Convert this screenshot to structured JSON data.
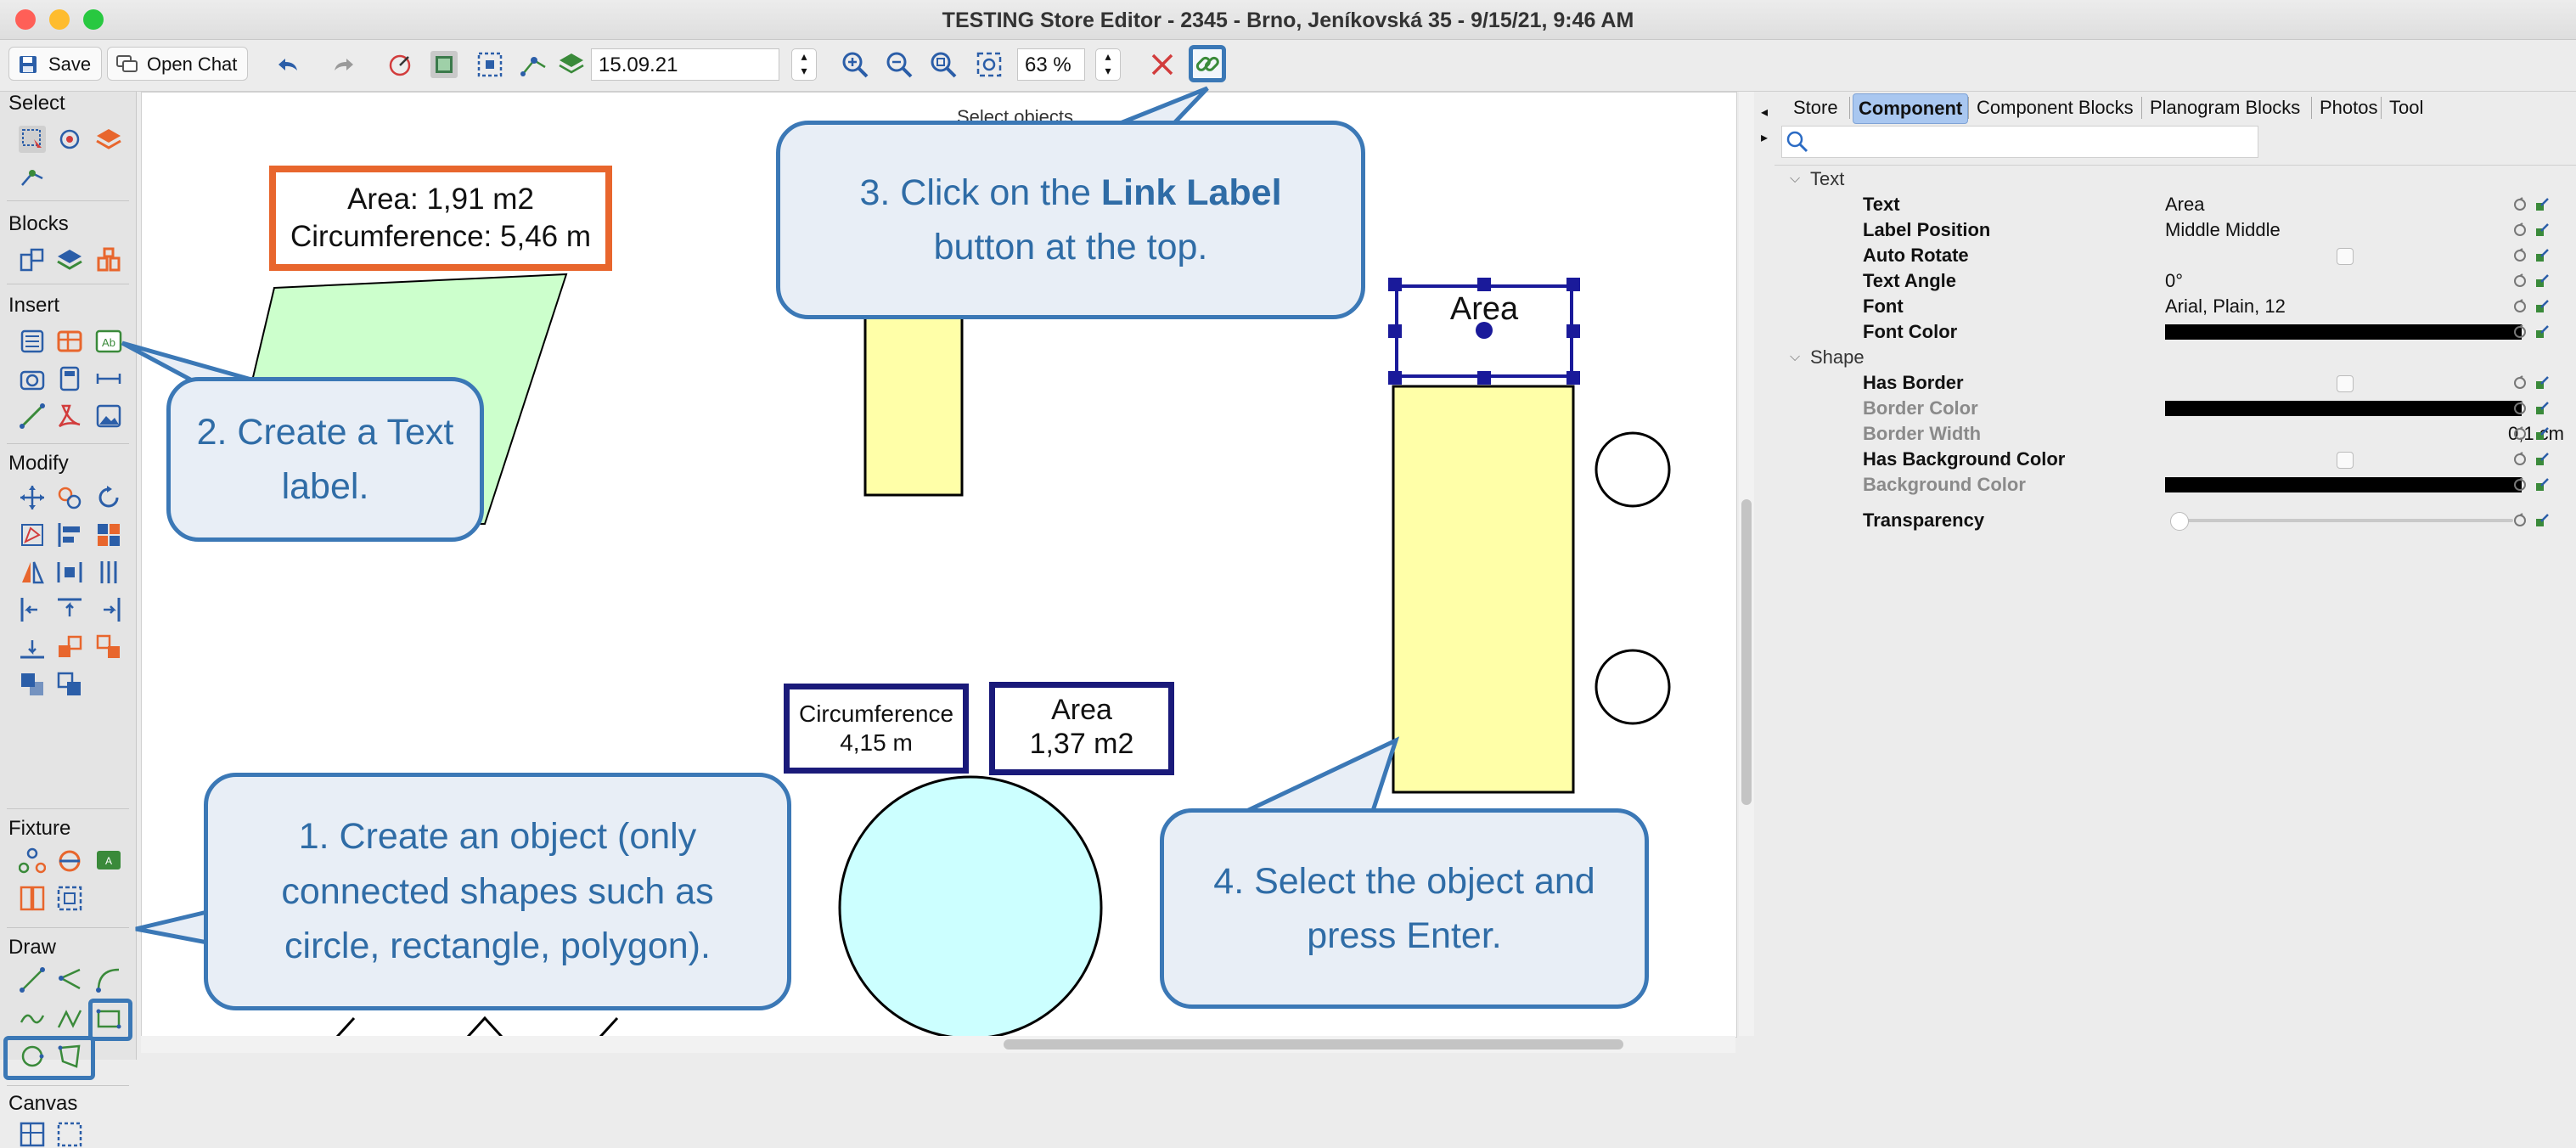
{
  "window": {
    "title": "TESTING Store Editor - 2345 - Brno, Jeníkovská 35 - 9/15/21, 9:46 AM"
  },
  "toolbar": {
    "save_label": "Save",
    "open_chat_label": "Open Chat",
    "date_value": "15.09.21",
    "zoom_value": "63 %"
  },
  "palette": {
    "select": "Select",
    "blocks": "Blocks",
    "insert": "Insert",
    "modify": "Modify",
    "fixture": "Fixture",
    "draw": "Draw",
    "canvas": "Canvas"
  },
  "canvas": {
    "top_hint": "Select objects",
    "label_area1": "Area: 1,91 m2",
    "label_circ1": "Circumference: 5,46 m",
    "label_circ2_a": "Circumference",
    "label_circ2_b": "4,15 m",
    "label_area2_a": "Area",
    "label_area2_b": "1,37 m2",
    "label_area3": "Area"
  },
  "callouts": {
    "c1": "1. Create an object (only connected shapes such as circle, rectangle, polygon).",
    "c2": "2. Create a Text label.",
    "c3_pre": "3. Click on the ",
    "c3_bold": "Link Label",
    "c3_post": "button at the top.",
    "c4": "4. Select the object and press Enter."
  },
  "panel": {
    "tabs": [
      "Store",
      "Component",
      "Component Blocks",
      "Planogram Blocks",
      "Photos",
      "Tool"
    ],
    "active_tab": "Component",
    "search_placeholder": "",
    "section_text": "Text",
    "section_shape": "Shape",
    "props": {
      "text": {
        "label": "Text",
        "value": "Area"
      },
      "label_position": {
        "label": "Label Position",
        "value": "Middle Middle"
      },
      "auto_rotate": {
        "label": "Auto Rotate"
      },
      "text_angle": {
        "label": "Text Angle",
        "value": "0°"
      },
      "font": {
        "label": "Font",
        "value": "Arial, Plain, 12"
      },
      "font_color": {
        "label": "Font Color"
      },
      "has_border": {
        "label": "Has Border"
      },
      "border_color": {
        "label": "Border Color"
      },
      "border_width": {
        "label": "Border Width",
        "value": "0,1 cm"
      },
      "has_background": {
        "label": "Has Background Color"
      },
      "background_color": {
        "label": "Background Color"
      },
      "transparency": {
        "label": "Transparency"
      }
    }
  },
  "colors": {
    "accent": "#3b78b6",
    "callout_fill": "#e8eef6",
    "label_border": "#1a1a7a",
    "highlight": "#e8662d",
    "shape_yellow": "#ffffa8",
    "shape_green": "#ccffcc",
    "shape_cyan": "#ccffff"
  }
}
